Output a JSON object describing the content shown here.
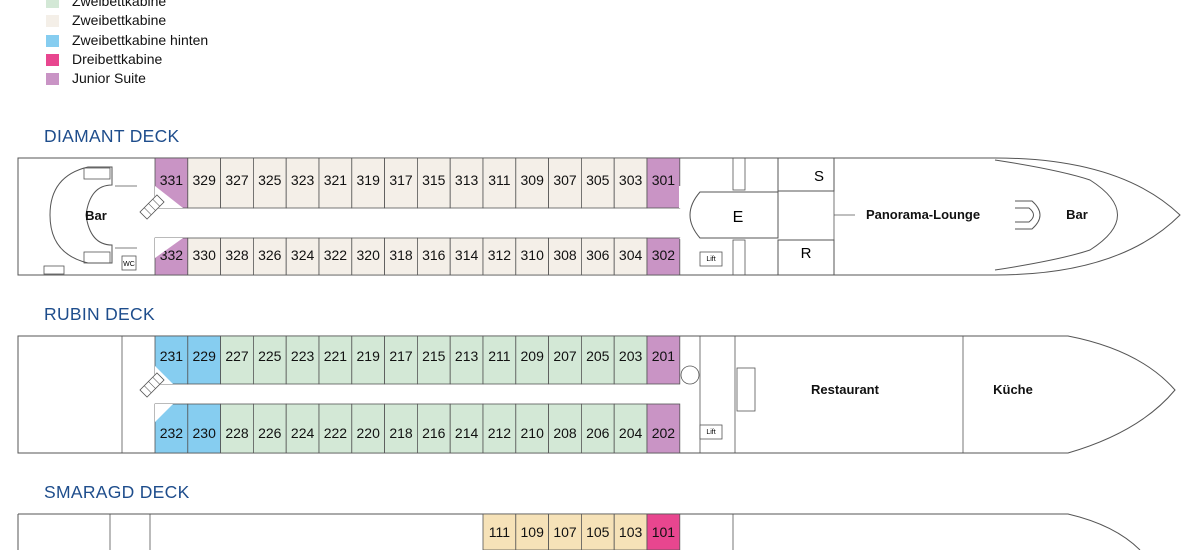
{
  "colors": {
    "zweibettkabine_green": "#d3e8d6",
    "zweibettkabine_beige": "#f4efe8",
    "zweibettkabine_hinten": "#86cdf0",
    "dreibettkabine": "#e8468f",
    "junior_suite": "#c994c5",
    "hallway": "#ffffff",
    "outline": "#555555",
    "title": "#1e4d8c"
  },
  "legend": [
    {
      "label": "Zweibettkabine",
      "color": "#d3e8d6"
    },
    {
      "label": "Zweibettkabine",
      "color": "#f4efe8"
    },
    {
      "label": "Zweibettkabine hinten",
      "color": "#86cdf0"
    },
    {
      "label": "Dreibettkabine",
      "color": "#e8468f"
    },
    {
      "label": "Junior Suite",
      "color": "#c994c5"
    }
  ],
  "decks": {
    "diamant": {
      "title": "DIAMANT DECK",
      "top_row": [
        {
          "num": "331",
          "type": "junior_suite"
        },
        {
          "num": "329",
          "type": "zweibettkabine_beige"
        },
        {
          "num": "327",
          "type": "zweibettkabine_beige"
        },
        {
          "num": "325",
          "type": "zweibettkabine_beige"
        },
        {
          "num": "323",
          "type": "zweibettkabine_beige"
        },
        {
          "num": "321",
          "type": "zweibettkabine_beige"
        },
        {
          "num": "319",
          "type": "zweibettkabine_beige"
        },
        {
          "num": "317",
          "type": "zweibettkabine_beige"
        },
        {
          "num": "315",
          "type": "zweibettkabine_beige"
        },
        {
          "num": "313",
          "type": "zweibettkabine_beige"
        },
        {
          "num": "311",
          "type": "zweibettkabine_beige"
        },
        {
          "num": "309",
          "type": "zweibettkabine_beige"
        },
        {
          "num": "307",
          "type": "zweibettkabine_beige"
        },
        {
          "num": "305",
          "type": "zweibettkabine_beige"
        },
        {
          "num": "303",
          "type": "zweibettkabine_beige"
        },
        {
          "num": "301",
          "type": "junior_suite"
        }
      ],
      "bottom_row": [
        {
          "num": "332",
          "type": "junior_suite"
        },
        {
          "num": "330",
          "type": "zweibettkabine_beige"
        },
        {
          "num": "328",
          "type": "zweibettkabine_beige"
        },
        {
          "num": "326",
          "type": "zweibettkabine_beige"
        },
        {
          "num": "324",
          "type": "zweibettkabine_beige"
        },
        {
          "num": "322",
          "type": "zweibettkabine_beige"
        },
        {
          "num": "320",
          "type": "zweibettkabine_beige"
        },
        {
          "num": "318",
          "type": "zweibettkabine_beige"
        },
        {
          "num": "316",
          "type": "zweibettkabine_beige"
        },
        {
          "num": "314",
          "type": "zweibettkabine_beige"
        },
        {
          "num": "312",
          "type": "zweibettkabine_beige"
        },
        {
          "num": "310",
          "type": "zweibettkabine_beige"
        },
        {
          "num": "308",
          "type": "zweibettkabine_beige"
        },
        {
          "num": "306",
          "type": "zweibettkabine_beige"
        },
        {
          "num": "304",
          "type": "zweibettkabine_beige"
        },
        {
          "num": "302",
          "type": "junior_suite"
        }
      ],
      "labels": {
        "bar_aft": "Bar",
        "wc": "WC",
        "lift": "Lift",
        "e": "E",
        "s": "S",
        "r": "R",
        "lounge": "Panorama-Lounge",
        "bar_bow": "Bar"
      }
    },
    "rubin": {
      "title": "RUBIN DECK",
      "top_row": [
        {
          "num": "231",
          "type": "zweibettkabine_hinten"
        },
        {
          "num": "229",
          "type": "zweibettkabine_hinten"
        },
        {
          "num": "227",
          "type": "zweibettkabine_green"
        },
        {
          "num": "225",
          "type": "zweibettkabine_green"
        },
        {
          "num": "223",
          "type": "zweibettkabine_green"
        },
        {
          "num": "221",
          "type": "zweibettkabine_green"
        },
        {
          "num": "219",
          "type": "zweibettkabine_green"
        },
        {
          "num": "217",
          "type": "zweibettkabine_green"
        },
        {
          "num": "215",
          "type": "zweibettkabine_green"
        },
        {
          "num": "213",
          "type": "zweibettkabine_green"
        },
        {
          "num": "211",
          "type": "zweibettkabine_green"
        },
        {
          "num": "209",
          "type": "zweibettkabine_green"
        },
        {
          "num": "207",
          "type": "zweibettkabine_green"
        },
        {
          "num": "205",
          "type": "zweibettkabine_green"
        },
        {
          "num": "203",
          "type": "zweibettkabine_green"
        },
        {
          "num": "201",
          "type": "junior_suite"
        }
      ],
      "bottom_row": [
        {
          "num": "232",
          "type": "zweibettkabine_hinten"
        },
        {
          "num": "230",
          "type": "zweibettkabine_hinten"
        },
        {
          "num": "228",
          "type": "zweibettkabine_green"
        },
        {
          "num": "226",
          "type": "zweibettkabine_green"
        },
        {
          "num": "224",
          "type": "zweibettkabine_green"
        },
        {
          "num": "222",
          "type": "zweibettkabine_green"
        },
        {
          "num": "220",
          "type": "zweibettkabine_green"
        },
        {
          "num": "218",
          "type": "zweibettkabine_green"
        },
        {
          "num": "216",
          "type": "zweibettkabine_green"
        },
        {
          "num": "214",
          "type": "zweibettkabine_green"
        },
        {
          "num": "212",
          "type": "zweibettkabine_green"
        },
        {
          "num": "210",
          "type": "zweibettkabine_green"
        },
        {
          "num": "208",
          "type": "zweibettkabine_green"
        },
        {
          "num": "206",
          "type": "zweibettkabine_green"
        },
        {
          "num": "204",
          "type": "zweibettkabine_green"
        },
        {
          "num": "202",
          "type": "junior_suite"
        }
      ],
      "labels": {
        "lift": "Lift",
        "restaurant": "Restaurant",
        "kueche": "Küche"
      }
    },
    "smaragd": {
      "title": "SMARAGD DECK",
      "top_row": [
        {
          "num": "111",
          "type": "smaragd_yellow"
        },
        {
          "num": "109",
          "type": "smaragd_yellow"
        },
        {
          "num": "107",
          "type": "smaragd_yellow"
        },
        {
          "num": "105",
          "type": "smaragd_yellow"
        },
        {
          "num": "103",
          "type": "smaragd_yellow"
        },
        {
          "num": "101",
          "type": "dreibettkabine"
        }
      ],
      "smaragd_yellow": "#f6e2b8"
    }
  }
}
